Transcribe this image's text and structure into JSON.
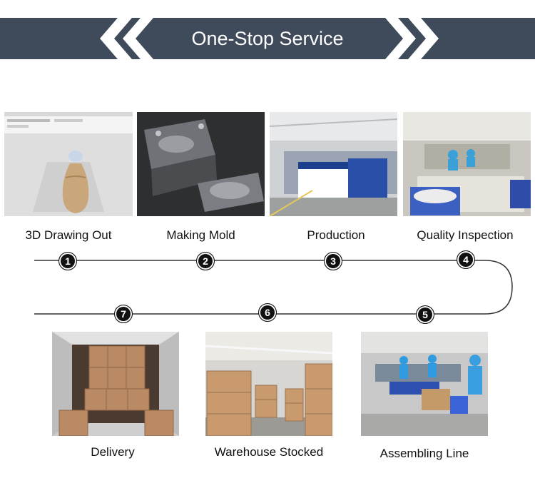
{
  "banner": {
    "title": "One-Stop Service"
  },
  "steps": [
    {
      "num": "1",
      "label": "3D Drawing Out"
    },
    {
      "num": "2",
      "label": "Making Mold"
    },
    {
      "num": "3",
      "label": "Production"
    },
    {
      "num": "4",
      "label": "Quality Inspection"
    },
    {
      "num": "5",
      "label": "Assembling Line"
    },
    {
      "num": "6",
      "label": "Warehouse Stocked"
    },
    {
      "num": "7",
      "label": "Delivery"
    }
  ],
  "colors": {
    "banner": "#3f4a5a",
    "line": "#333333",
    "marker": "#111111"
  }
}
